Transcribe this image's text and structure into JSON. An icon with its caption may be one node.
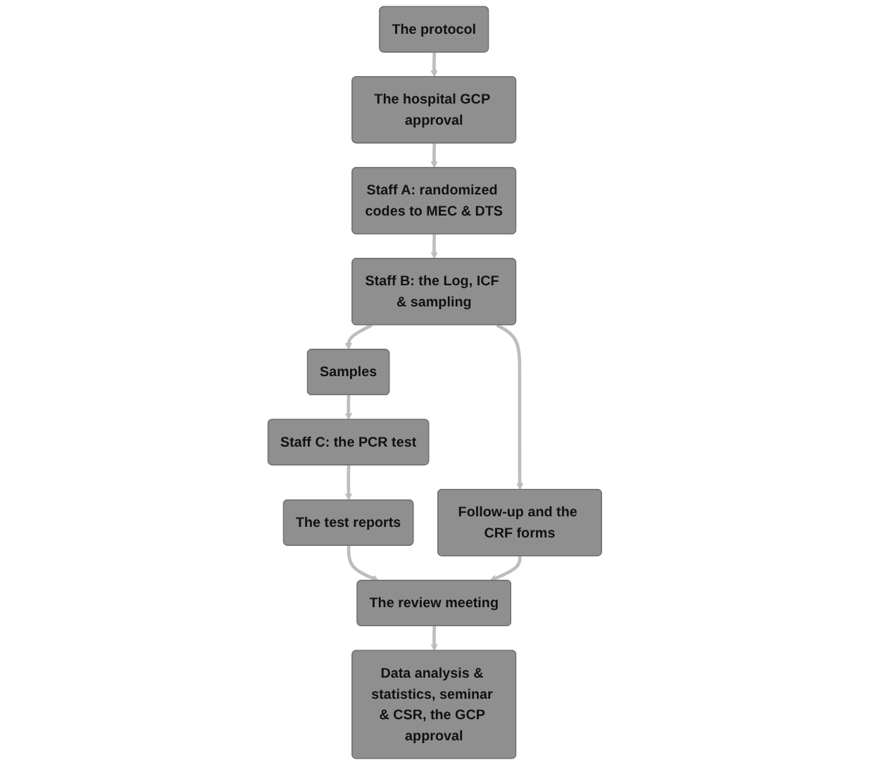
{
  "diagram": {
    "nodes": [
      {
        "text": [
          "The protocol"
        ]
      },
      {
        "text": [
          "The hospital GCP approval"
        ]
      },
      {
        "text": [
          "Staff A: randomized codes to MEC & DTS"
        ]
      },
      {
        "text": [
          "Staff B: the Log, ICF & sampling"
        ]
      },
      {
        "text": [
          "Samples"
        ]
      },
      {
        "text": [
          "Staff C: the PCR test"
        ]
      },
      {
        "text": [
          "The test reports"
        ]
      },
      {
        "text": [
          "The review meeting"
        ]
      },
      {
        "text": [
          "Follow-up and the CRF forms"
        ]
      },
      {
        "text": [
          "Data analysis & statistics, seminar & CSR, the GCP approval"
        ]
      }
    ],
    "edges": [
      {
        "from": 0,
        "to": 1,
        "arrow": "to"
      },
      {
        "from": 1,
        "to": 2,
        "arrow": "to"
      },
      {
        "from": 2,
        "to": 3,
        "arrow": "to"
      },
      {
        "from": 3,
        "to": 4,
        "arrow": "to"
      },
      {
        "from": 4,
        "to": 5,
        "arrow": "to"
      },
      {
        "from": 5,
        "to": 6,
        "arrow": "to"
      },
      {
        "from": 6,
        "to": 7,
        "arrow": "to"
      },
      {
        "from": 3,
        "to": 8,
        "arrow": "to"
      },
      {
        "from": 8,
        "to": 7,
        "arrow": "to"
      },
      {
        "from": 7,
        "to": 9,
        "arrow": "to"
      }
    ]
  }
}
